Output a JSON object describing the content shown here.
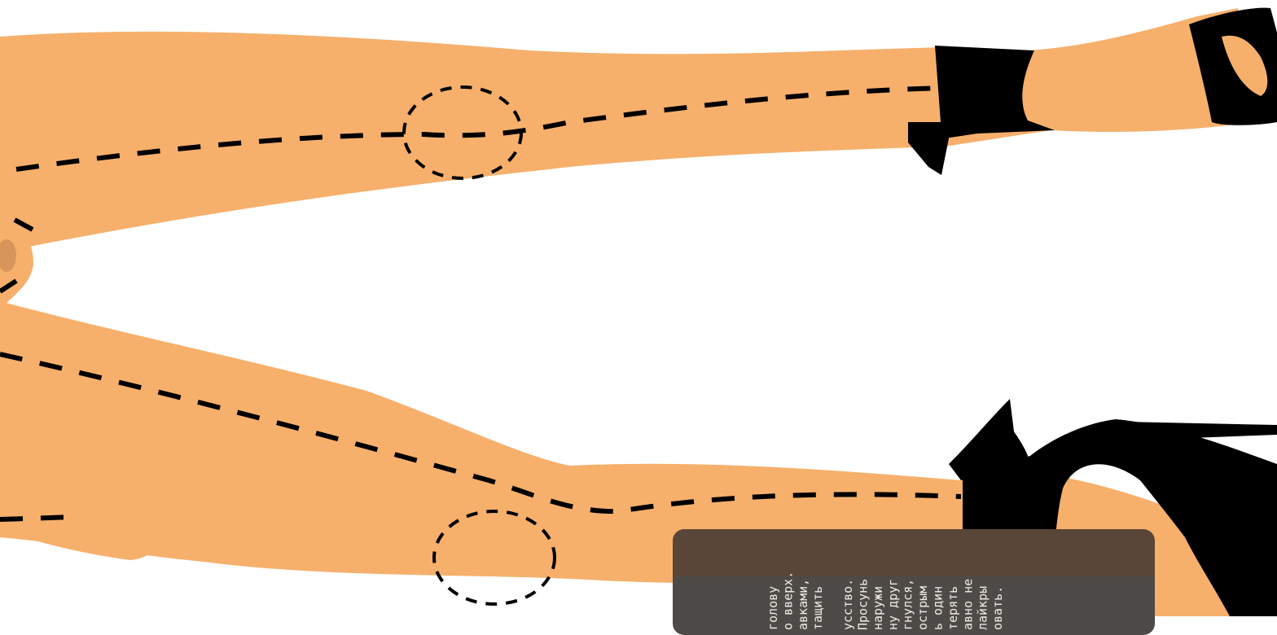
{
  "colors": {
    "skin": "#f6b06c",
    "shoe": "#000000",
    "dash": "#000000",
    "caption_bg": "#5a4638",
    "caption_text": "#f3ede6"
  },
  "caption": {
    "lines": [
      "голову",
      "о вверх.",
      "авками,",
      "тащить",
      "",
      "усство.",
      "Просунь",
      "наружи",
      "ну друг",
      "гнулся,",
      "острым",
      "ь один",
      "терять",
      "авно не",
      "лайкры",
      "овать."
    ]
  }
}
